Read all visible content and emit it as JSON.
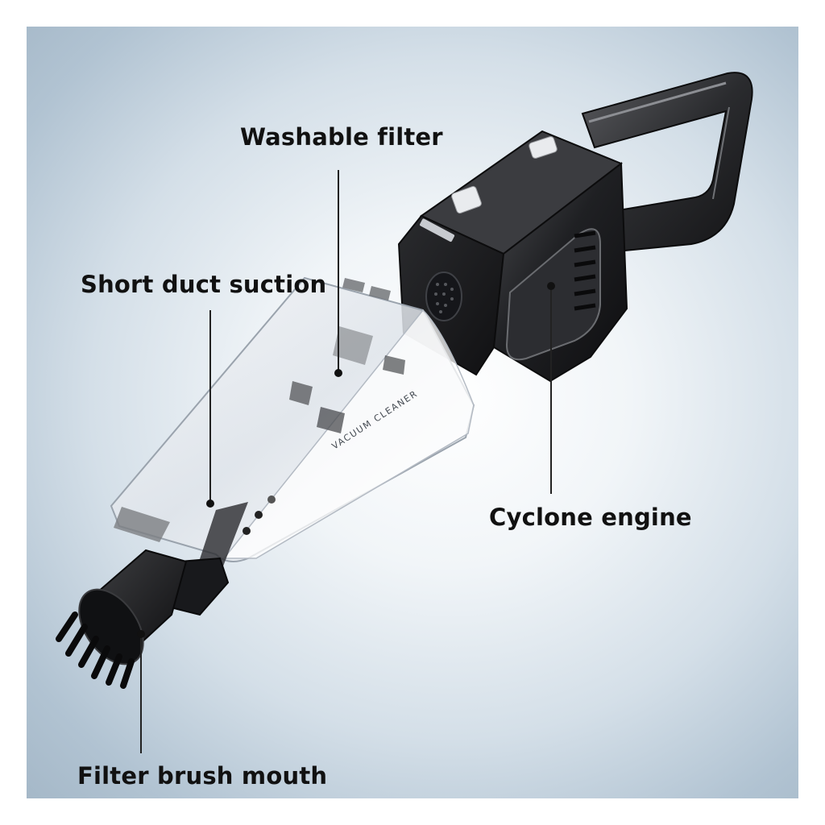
{
  "labels": {
    "washable_filter": "Washable filter",
    "short_duct_suction": "Short duct suction",
    "cyclone_engine": "Cyclone engine",
    "filter_brush_mouth": "Filter brush mouth"
  },
  "product_print": "VACUUM CLEANER",
  "colors": {
    "body_dark": "#1c1c1e",
    "body_mid": "#3a3b3e",
    "label_text": "#111111",
    "background_edge": "#a5b8c8"
  }
}
